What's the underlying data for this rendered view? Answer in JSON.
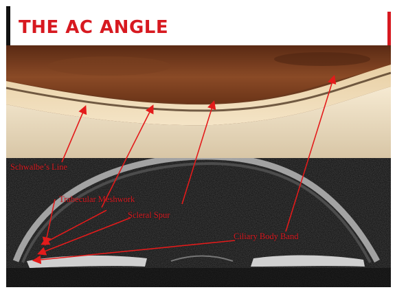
{
  "slide": {
    "title": "THE AC ANGLE",
    "accent_color": "#d71920"
  },
  "labels": {
    "schwalbe": "Schwalbe’s Line",
    "trabecular": "Trabecular Meshwork",
    "scleral": "Scleral Spur",
    "ciliary": "Ciliary Body Band"
  }
}
